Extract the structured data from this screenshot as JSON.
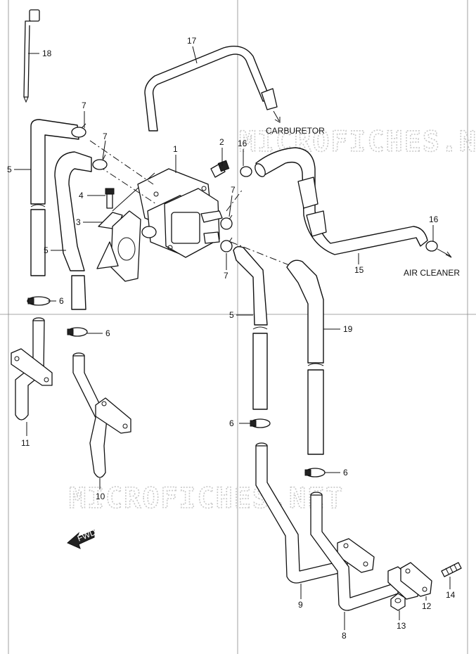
{
  "watermark": {
    "top": "MICROFICHES.NET",
    "bottom": "MICROFICHES.NET"
  },
  "notes": {
    "carburetor": "CARBURETOR",
    "air_cleaner": "AIR CLEANER",
    "fwd": "FWD"
  },
  "callouts": {
    "c1": "1",
    "c2": "2",
    "c3": "3",
    "c4": "4",
    "c5a": "5",
    "c5b": "5",
    "c5c": "5",
    "c6a": "6",
    "c6b": "6",
    "c6c": "6",
    "c6d": "6",
    "c7a": "7",
    "c7b": "7",
    "c7c": "7",
    "c7d": "7",
    "c8": "8",
    "c9": "9",
    "c10": "10",
    "c11": "11",
    "c12": "12",
    "c13": "13",
    "c14": "14",
    "c15": "15",
    "c16a": "16",
    "c16b": "16",
    "c17": "17",
    "c18": "18",
    "c19": "19"
  }
}
